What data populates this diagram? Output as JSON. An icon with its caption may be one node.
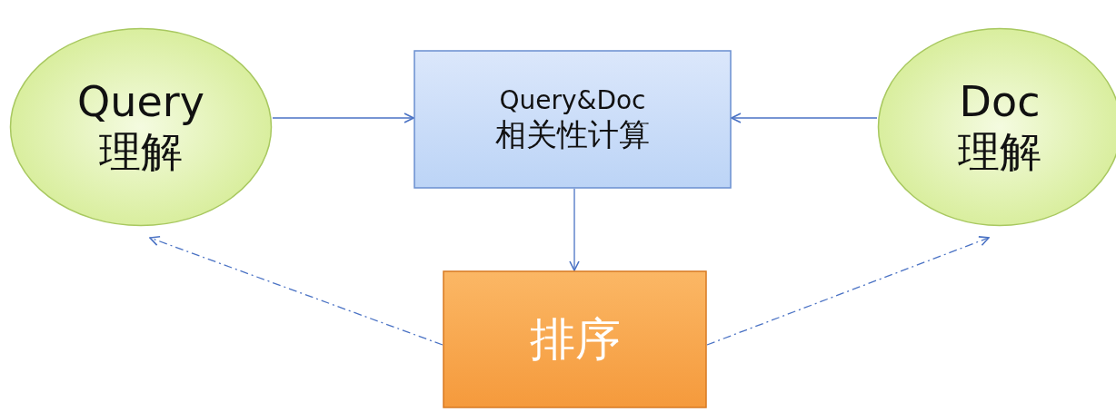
{
  "diagram": {
    "nodes": [
      {
        "text": [
          "Query",
          "理解"
        ]
      },
      {
        "text": [
          "Query&Doc",
          "相关性计算"
        ]
      },
      {
        "text": [
          "Doc",
          "理解"
        ]
      },
      {
        "text": [
          "排序"
        ]
      }
    ],
    "edges": [
      {
        "from": 0,
        "to": 1,
        "arrow": "to"
      },
      {
        "from": 2,
        "to": 1,
        "arrow": "to"
      },
      {
        "from": 1,
        "to": 3,
        "arrow": "to"
      },
      {
        "from": 3,
        "to": 0,
        "arrow": "to",
        "style": "dashed"
      },
      {
        "from": 3,
        "to": 2,
        "arrow": "to",
        "style": "dashed"
      }
    ]
  }
}
